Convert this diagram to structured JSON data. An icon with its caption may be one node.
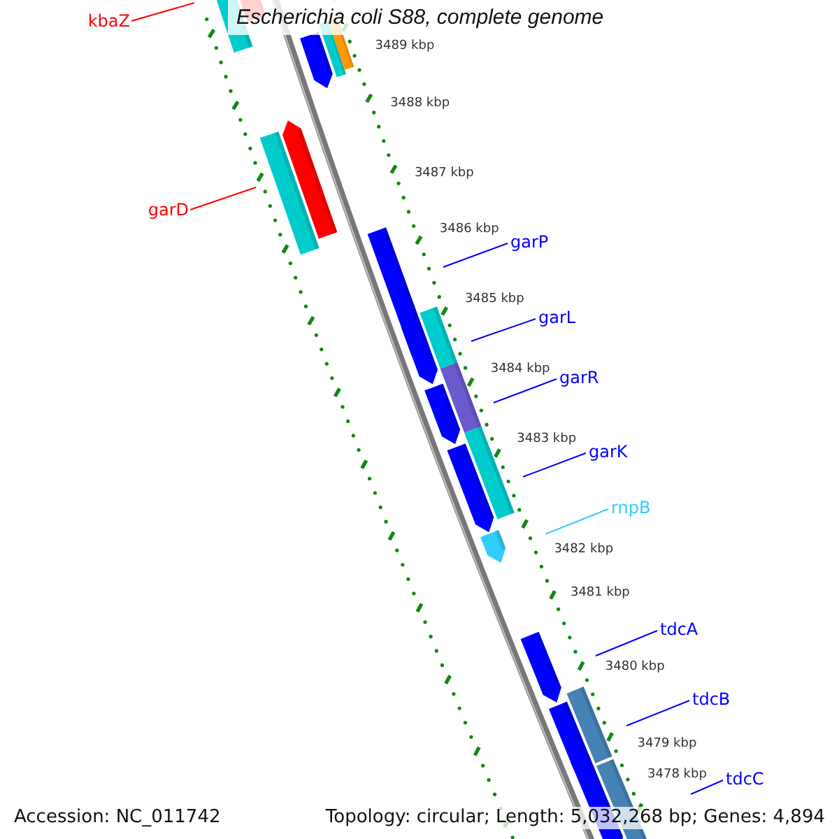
{
  "diagram": {
    "title": "Escherichia coli S88, complete genome",
    "nodes": [
      {
        "text": [
          "kbaZ"
        ]
      },
      {
        "text": [
          "garD"
        ]
      },
      {
        "text": [
          "garP"
        ]
      },
      {
        "text": [
          "garL"
        ]
      },
      {
        "text": [
          "garR"
        ]
      },
      {
        "text": [
          "garK"
        ]
      },
      {
        "text": [
          "rnpB"
        ]
      },
      {
        "text": [
          "tdcA"
        ]
      },
      {
        "text": [
          "tdcB"
        ]
      },
      {
        "text": [
          "tdcC"
        ]
      }
    ],
    "edges": [
      {
        "from": 0,
        "to": null,
        "arrow": "none",
        "color": "#ff0000"
      },
      {
        "from": 1,
        "to": null,
        "arrow": "none",
        "color": "#ff0000"
      },
      {
        "from": 2,
        "to": null,
        "arrow": "none"
      },
      {
        "from": 3,
        "to": null,
        "arrow": "none"
      },
      {
        "from": 4,
        "to": null,
        "arrow": "none"
      },
      {
        "from": 5,
        "to": null,
        "arrow": "none"
      },
      {
        "from": 6,
        "to": null,
        "arrow": "none",
        "color": "#33ccff"
      },
      {
        "from": 7,
        "to": null,
        "arrow": "none"
      },
      {
        "from": 8,
        "to": null,
        "arrow": "none"
      },
      {
        "from": 9,
        "to": null,
        "arrow": "none"
      }
    ],
    "labels": [
      "3489 kbp",
      "3488 kbp",
      "3487 kbp",
      "3486 kbp",
      "3485 kbp",
      "3484 kbp",
      "3483 kbp",
      "3482 kbp",
      "3481 kbp",
      "3480 kbp",
      "3479 kbp",
      "3478 kbp",
      "Accession: NC_011742",
      "Topology: circular; Length: 5,032,268 bp; Genes: 4,894"
    ]
  }
}
